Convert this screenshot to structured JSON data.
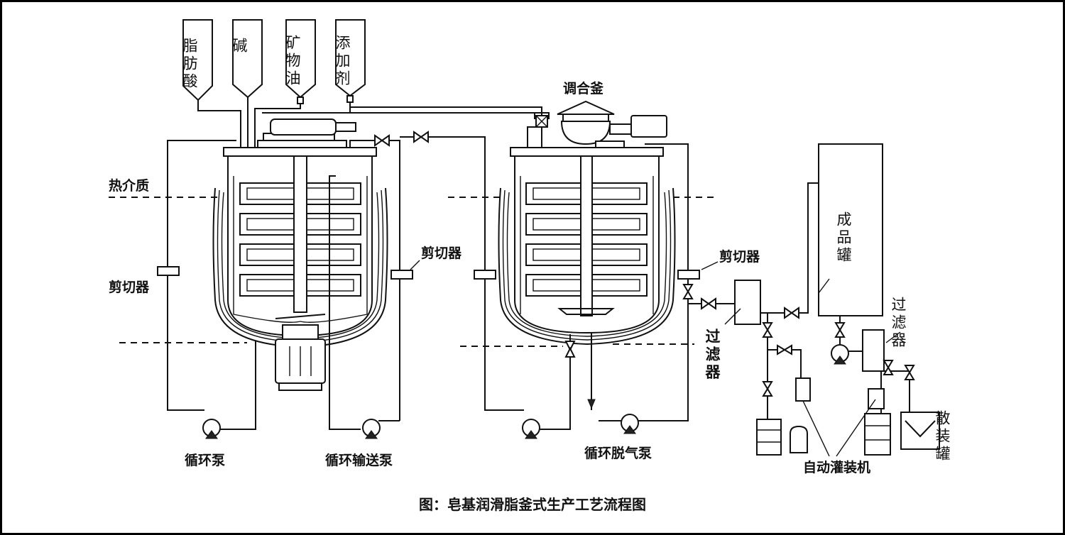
{
  "labels": {
    "feed_fatty_acid": "脂肪酸",
    "feed_alkali": "碱",
    "feed_mineral_oil": "矿物油",
    "feed_additive": "添加剂",
    "blend_kettle": "调合釜",
    "heat_medium": "热介质",
    "shear_1": "剪切器",
    "shear_2": "剪切器",
    "shear_3": "剪切器",
    "filter_1": "过滤器",
    "filter_2": "过滤器",
    "product_tank": "成品罐",
    "bulk_tank": "散装罐",
    "circ_pump": "循环泵",
    "circ_transfer_pump": "循环输送泵",
    "circ_degas_pump": "循环脱气泵",
    "auto_filler": "自动灌装机"
  },
  "caption": "图：皂基润滑脂釜式生产工艺流程图"
}
